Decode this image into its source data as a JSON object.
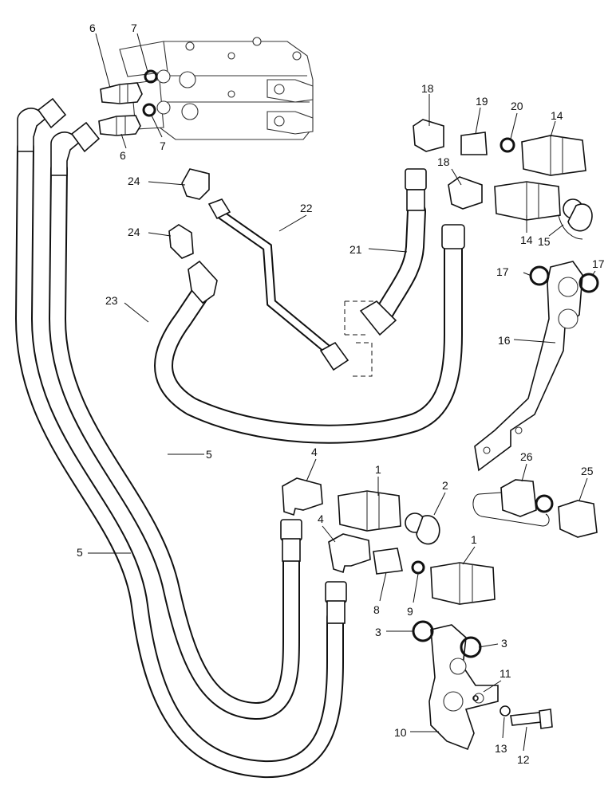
{
  "callouts": [
    {
      "id": "c6a",
      "text": "6"
    },
    {
      "id": "c7a",
      "text": "7"
    },
    {
      "id": "c6b",
      "text": "6"
    },
    {
      "id": "c7b",
      "text": "7"
    },
    {
      "id": "c18a",
      "text": "18"
    },
    {
      "id": "c19",
      "text": "19"
    },
    {
      "id": "c20",
      "text": "20"
    },
    {
      "id": "c14a",
      "text": "14"
    },
    {
      "id": "c18b",
      "text": "18"
    },
    {
      "id": "c14b",
      "text": "14"
    },
    {
      "id": "c15",
      "text": "15"
    },
    {
      "id": "c17a",
      "text": "17"
    },
    {
      "id": "c17b",
      "text": "17"
    },
    {
      "id": "c16",
      "text": "16"
    },
    {
      "id": "c24a",
      "text": "24"
    },
    {
      "id": "c22",
      "text": "22"
    },
    {
      "id": "c24b",
      "text": "24"
    },
    {
      "id": "c21",
      "text": "21"
    },
    {
      "id": "c23",
      "text": "23"
    },
    {
      "id": "c5a",
      "text": "5"
    },
    {
      "id": "c5b",
      "text": "5"
    },
    {
      "id": "c4a",
      "text": "4"
    },
    {
      "id": "c1a",
      "text": "1"
    },
    {
      "id": "c2",
      "text": "2"
    },
    {
      "id": "c26",
      "text": "26"
    },
    {
      "id": "c25",
      "text": "25"
    },
    {
      "id": "c4b",
      "text": "4"
    },
    {
      "id": "c1b",
      "text": "1"
    },
    {
      "id": "c8",
      "text": "8"
    },
    {
      "id": "c9",
      "text": "9"
    },
    {
      "id": "c3a",
      "text": "3"
    },
    {
      "id": "c3b",
      "text": "3"
    },
    {
      "id": "c11",
      "text": "11"
    },
    {
      "id": "c10",
      "text": "10"
    },
    {
      "id": "c13",
      "text": "13"
    },
    {
      "id": "c12",
      "text": "12"
    }
  ]
}
